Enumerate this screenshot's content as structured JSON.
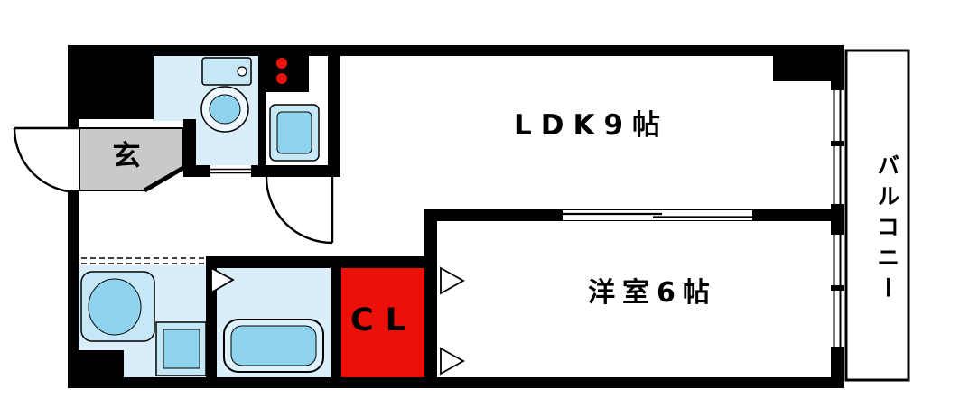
{
  "labels": {
    "entrance": "玄",
    "ldk": "LDK9帖",
    "western_room": "洋室6帖",
    "closet": "CL",
    "balcony": "バルコニー"
  },
  "colors": {
    "wall": "#000000",
    "closet": "#ed1008",
    "entrance_floor": "#c9c9c9",
    "wet_room_floor": "#daeef9",
    "fixture": "#c6e7f6",
    "fixture_accent": "#8fd3ee",
    "bathtub": "#def2fb",
    "stove_burner": "#e8130c",
    "background": "#ffffff"
  },
  "fixtures": [
    "toilet",
    "kitchen-stove",
    "kitchen-sink",
    "vanity-sink",
    "washing-machine",
    "bathtub"
  ]
}
